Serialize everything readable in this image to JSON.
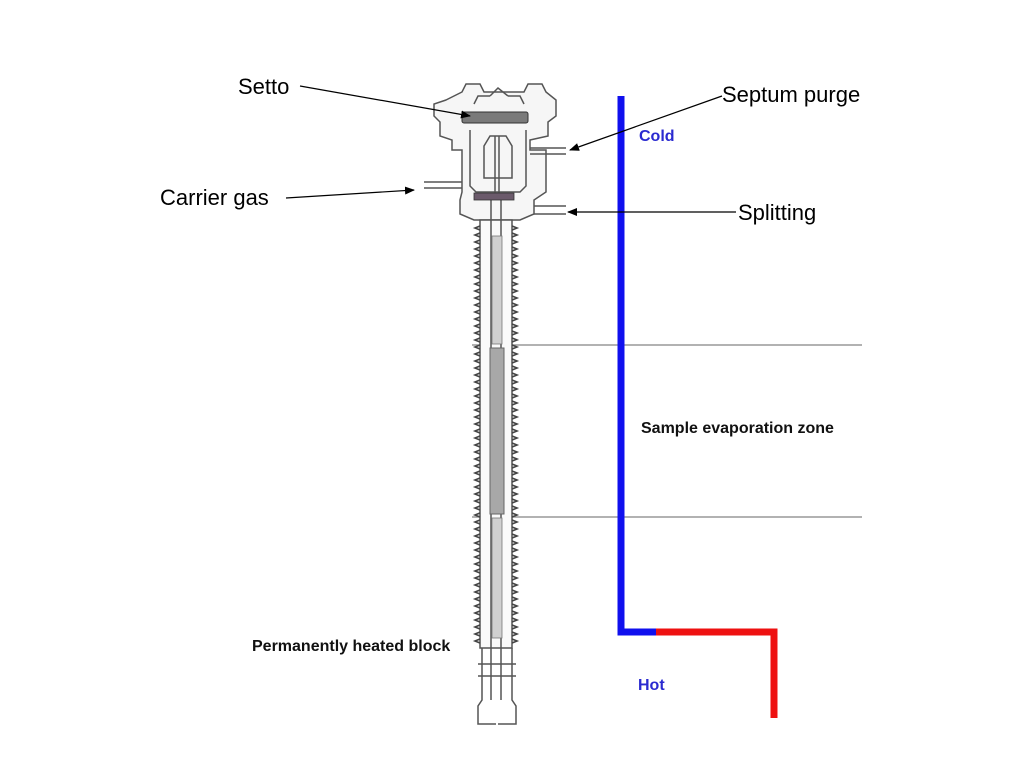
{
  "labels": {
    "setto": "Setto",
    "septum_purge": "Septum purge",
    "carrier_gas": "Carrier gas",
    "splitting": "Splitting",
    "cold": "Cold",
    "sample_evaporation_zone": "Sample evaporation zone",
    "permanently_heated_block": "Permanently heated block",
    "hot": "Hot"
  },
  "colors": {
    "cold_line": "#1010ee",
    "hot_line": "#ee1111",
    "cold_text": "#2a2ad0",
    "hot_text": "#2a2ad0",
    "zone_line": "#999999",
    "injector_body": "#555555",
    "septum": "#777777"
  },
  "temperature_profile": {
    "cold_end_label": "Cold",
    "hot_end_label": "Hot"
  }
}
